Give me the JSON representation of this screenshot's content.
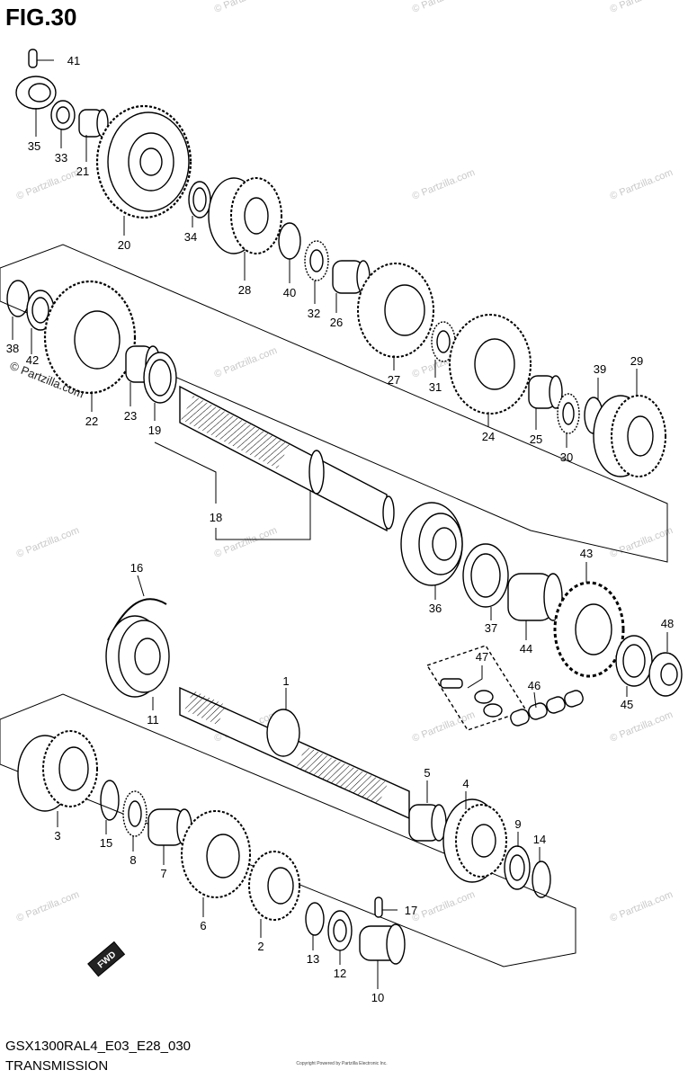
{
  "figure": {
    "title": "FIG.30"
  },
  "footer": {
    "model_code": "GSX1300RAL4_E03_E28_030",
    "section_name": "TRANSMISSION",
    "copyright": "Copyright\nPowered by Partzilla Electronic Inc."
  },
  "watermark": {
    "text": "© Partzilla.com"
  },
  "badge": {
    "text": "FWD"
  },
  "callouts": [
    {
      "id": "41",
      "label": "41"
    },
    {
      "id": "35",
      "label": "35"
    },
    {
      "id": "33",
      "label": "33"
    },
    {
      "id": "21",
      "label": "21"
    },
    {
      "id": "20",
      "label": "20"
    },
    {
      "id": "34",
      "label": "34"
    },
    {
      "id": "28",
      "label": "28"
    },
    {
      "id": "40",
      "label": "40"
    },
    {
      "id": "32",
      "label": "32"
    },
    {
      "id": "26",
      "label": "26"
    },
    {
      "id": "27",
      "label": "27"
    },
    {
      "id": "31",
      "label": "31"
    },
    {
      "id": "24",
      "label": "24"
    },
    {
      "id": "25",
      "label": "25"
    },
    {
      "id": "30",
      "label": "30"
    },
    {
      "id": "39",
      "label": "39"
    },
    {
      "id": "29",
      "label": "29"
    },
    {
      "id": "38",
      "label": "38"
    },
    {
      "id": "42",
      "label": "42"
    },
    {
      "id": "22",
      "label": "22"
    },
    {
      "id": "23",
      "label": "23"
    },
    {
      "id": "19",
      "label": "19"
    },
    {
      "id": "18",
      "label": "18"
    },
    {
      "id": "36",
      "label": "36"
    },
    {
      "id": "37",
      "label": "37"
    },
    {
      "id": "43",
      "label": "43"
    },
    {
      "id": "44",
      "label": "44"
    },
    {
      "id": "48",
      "label": "48"
    },
    {
      "id": "16",
      "label": "16"
    },
    {
      "id": "11",
      "label": "11"
    },
    {
      "id": "1",
      "label": "1"
    },
    {
      "id": "47",
      "label": "47"
    },
    {
      "id": "46",
      "label": "46"
    },
    {
      "id": "45",
      "label": "45"
    },
    {
      "id": "3",
      "label": "3"
    },
    {
      "id": "15",
      "label": "15"
    },
    {
      "id": "8",
      "label": "8"
    },
    {
      "id": "7",
      "label": "7"
    },
    {
      "id": "6",
      "label": "6"
    },
    {
      "id": "2",
      "label": "2"
    },
    {
      "id": "13",
      "label": "13"
    },
    {
      "id": "12",
      "label": "12"
    },
    {
      "id": "17",
      "label": "17"
    },
    {
      "id": "10",
      "label": "10"
    },
    {
      "id": "5",
      "label": "5"
    },
    {
      "id": "4",
      "label": "4"
    },
    {
      "id": "9",
      "label": "9"
    },
    {
      "id": "14",
      "label": "14"
    }
  ]
}
